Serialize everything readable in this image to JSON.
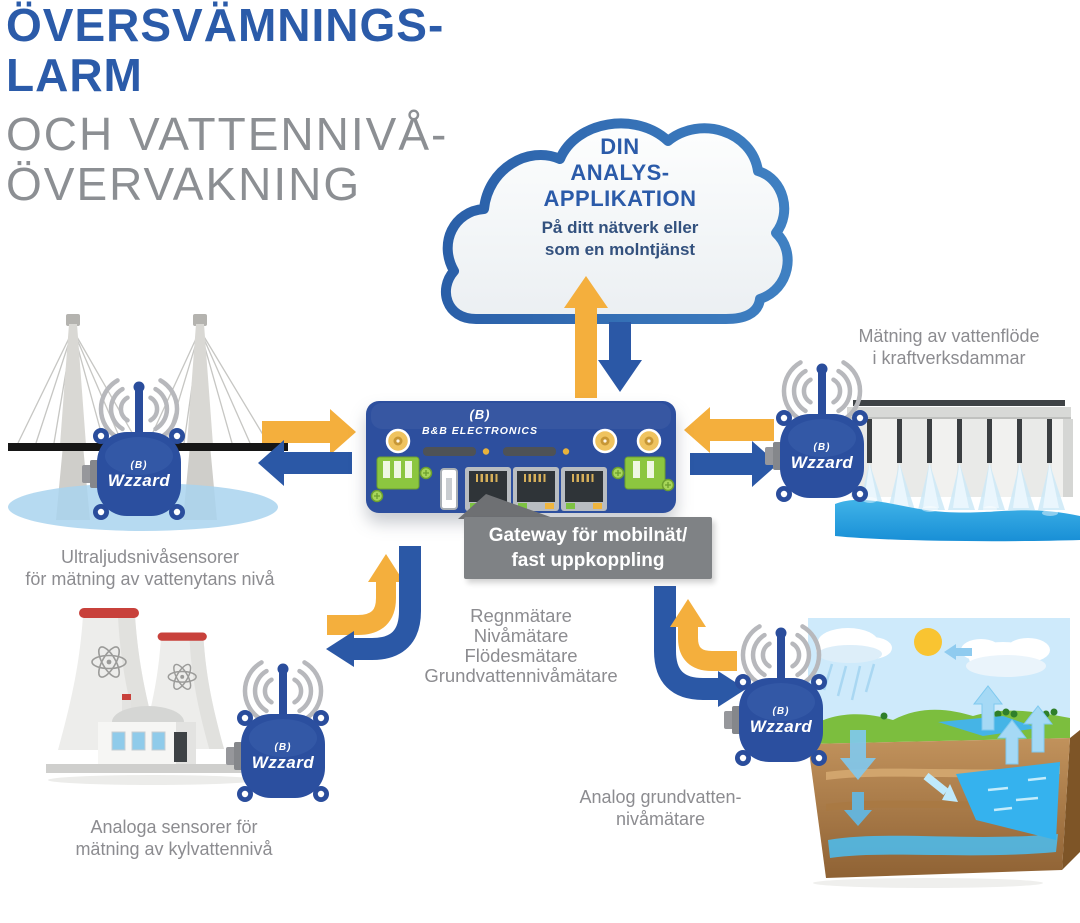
{
  "title": {
    "line1": "ÖVERSVÄMNINGS-",
    "line2": "LARM",
    "line3": "OCH VATTENNIVÅ-",
    "line4": "ÖVERVAKNING"
  },
  "cloud": {
    "title_line1": "DIN",
    "title_line2": "ANALYS-",
    "title_line3": "APPLIKATION",
    "sub_line1": "På ditt nätverk eller",
    "sub_line2": "som en molntjänst"
  },
  "gateway": {
    "brand_mark": "(B)",
    "brand": "B&B ELECTRONICS",
    "label_line1": "Gateway för mobilnät/",
    "label_line2": "fast uppkoppling"
  },
  "wzzard": {
    "mark": "(B)",
    "name": "Wzzard"
  },
  "meters": {
    "items": [
      "Regnmätare",
      "Nivåmätare",
      "Flödesmätare",
      "Grundvattennivåmätare"
    ]
  },
  "captions": {
    "bridge": {
      "line1": "Ultraljudsnivåsensorer",
      "line2": "för mätning av vattenytans nivå"
    },
    "dam": {
      "line1": "Mätning av vattenflöde",
      "line2": "i kraftverksdammar"
    },
    "cooling": {
      "line1": "Analoga sensorer för",
      "line2": "mätning av kylvattennivå"
    },
    "groundwater": {
      "line1": "Analog grundvatten-",
      "line2": "nivåmätare"
    }
  },
  "colors": {
    "title_blue": "#2B5BA9",
    "text_gray": "#8C8C90",
    "arrow_blue": "#2B58A6",
    "arrow_yellow": "#F4AF3D",
    "device_blue": "#2D4F9E",
    "sensor_blue": "#2B4F9F",
    "cloud_border_blue": "#2E66AF",
    "callout_gray": "#7F8285",
    "water_blue": "#29A9E0"
  }
}
